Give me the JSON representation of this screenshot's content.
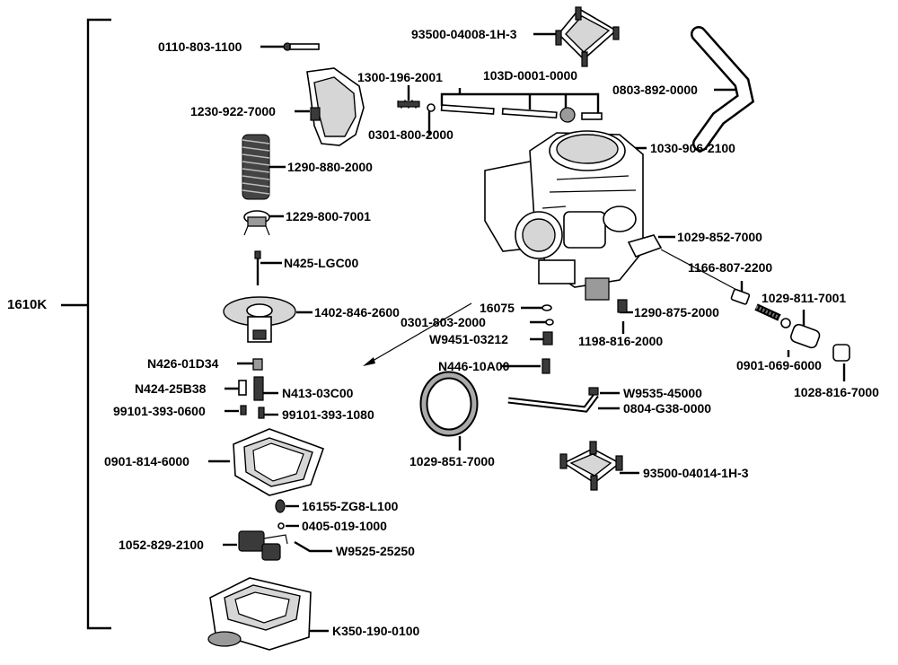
{
  "kit_label": "1610K",
  "labels": {
    "p1": "0110-803-1100",
    "p2": "93500-04008-1H-3",
    "p3": "1300-196-2001",
    "p4": "103D-0001-0000",
    "p5": "0803-892-0000",
    "p6": "1230-922-7000",
    "p7": "0301-800-2000",
    "p8": "1030-906-2100",
    "p9": "1290-880-2000",
    "p10": "1229-800-7001",
    "p11": "1029-852-7000",
    "p12": "N425-LGC00",
    "p13": "1166-807-2200",
    "p14": "1029-811-7001",
    "p15": "16075",
    "p16": "1290-875-2000",
    "p17": "1610K",
    "p18": "1402-846-2600",
    "p19": "0301-803-2000",
    "p20": "W9451-03212",
    "p21": "1198-816-2000",
    "p22": "0901-069-6000",
    "p23": "N426-01D34",
    "p24": "N446-10A00",
    "p25": "1028-816-7000",
    "p26": "N424-25B38",
    "p27": "N413-03C00",
    "p28": "W9535-45000",
    "p29": "99101-393-0600",
    "p30": "99101-393-1080",
    "p31": "0804-G38-0000",
    "p32": "0901-814-6000",
    "p33": "1029-851-7000",
    "p34": "93500-04014-1H-3",
    "p35": "16155-ZG8-L100",
    "p36": "0405-019-1000",
    "p37": "1052-829-2100",
    "p38": "W9525-25250",
    "p39": "K350-190-0100"
  }
}
